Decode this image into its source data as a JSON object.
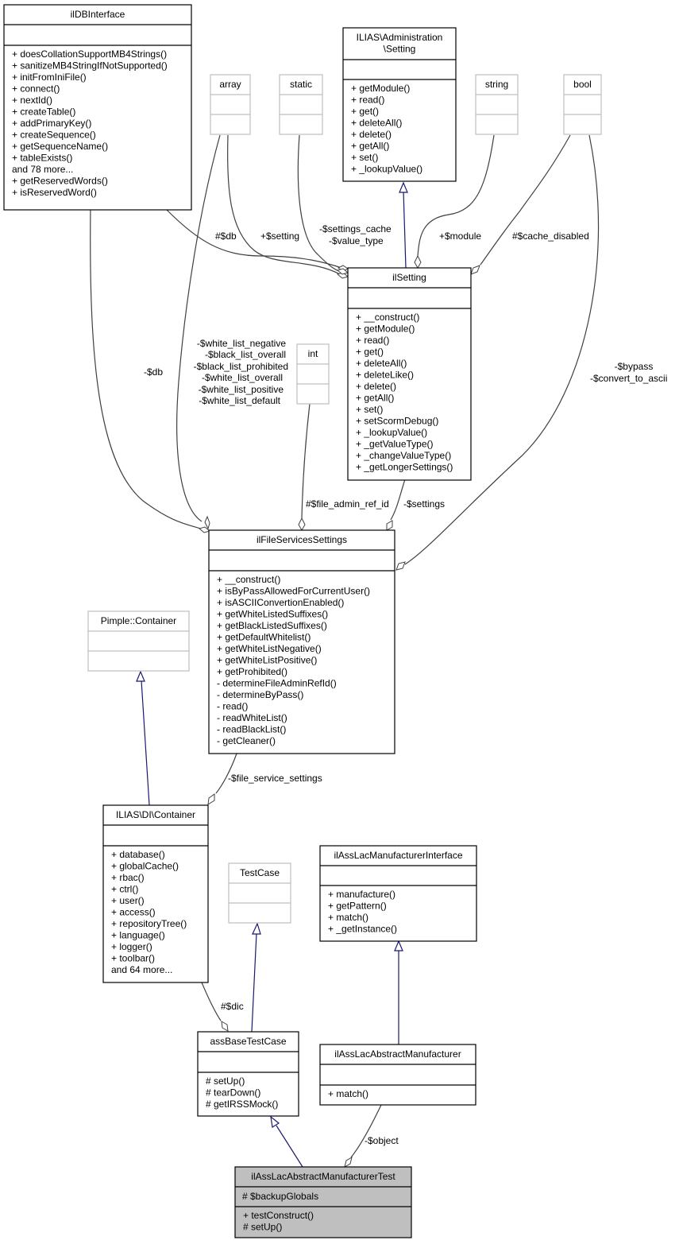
{
  "classes": {
    "ildbinterface": {
      "name": "ilDBInterface",
      "attributes": [],
      "methods": [
        "+ doesCollationSupportMB4Strings()",
        "+ sanitizeMB4StringIfNotSupported()",
        "+ initFromIniFile()",
        "+ connect()",
        "+ nextId()",
        "+ createTable()",
        "+ addPrimaryKey()",
        "+ createSequence()",
        "+ getSequenceName()",
        "+ tableExists()",
        "and 78 more...",
        "+ getReservedWords()",
        "+ isReservedWord()"
      ]
    },
    "array": {
      "name": "array",
      "attributes": [],
      "methods": []
    },
    "static": {
      "name": "static",
      "attributes": [],
      "methods": []
    },
    "admin_setting": {
      "name_lines": [
        "ILIAS\\Administration",
        "\\Setting"
      ],
      "attributes": [],
      "methods": [
        "+ getModule()",
        "+ read()",
        "+ get()",
        "+ deleteAll()",
        "+ delete()",
        "+ getAll()",
        "+ set()",
        "+ _lookupValue()"
      ]
    },
    "string": {
      "name": "string",
      "attributes": [],
      "methods": []
    },
    "bool": {
      "name": "bool",
      "attributes": [],
      "methods": []
    },
    "ilsetting": {
      "name": "ilSetting",
      "attributes": [],
      "methods": [
        "+ __construct()",
        "+ getModule()",
        "+ read()",
        "+ get()",
        "+ deleteAll()",
        "+ deleteLike()",
        "+ delete()",
        "+ getAll()",
        "+ set()",
        "+ setScormDebug()",
        "+ _lookupValue()",
        "+ _getValueType()",
        "+ _changeValueType()",
        "+ _getLongerSettings()"
      ]
    },
    "int": {
      "name": "int",
      "attributes": [],
      "methods": []
    },
    "filesettings": {
      "name": "ilFileServicesSettings",
      "attributes": [],
      "methods": [
        "+ __construct()",
        "+ isByPassAllowedForCurrentUser()",
        "+ isASCIIConvertionEnabled()",
        "+ getWhiteListedSuffixes()",
        "+ getBlackListedSuffixes()",
        "+ getDefaultWhitelist()",
        "+ getWhiteListNegative()",
        "+ getWhiteListPositive()",
        "+ getProhibited()",
        "- determineFileAdminRefId()",
        "- determineByPass()",
        "- read()",
        "- readWhiteList()",
        "- readBlackList()",
        "- getCleaner()"
      ]
    },
    "pimple": {
      "name": "Pimple::Container",
      "attributes": [],
      "methods": []
    },
    "dicontainer": {
      "name": "ILIAS\\DI\\Container",
      "attributes": [],
      "methods": [
        "+ database()",
        "+ globalCache()",
        "+ rbac()",
        "+ ctrl()",
        "+ user()",
        "+ access()",
        "+ repositoryTree()",
        "+ language()",
        "+ logger()",
        "+ toolbar()",
        "and 64 more..."
      ]
    },
    "testcase": {
      "name": "TestCase",
      "attributes": [],
      "methods": []
    },
    "manuf_iface": {
      "name": "ilAssLacManufacturerInterface",
      "attributes": [],
      "methods": [
        "+ manufacture()",
        "+ getPattern()",
        "+ match()",
        "+ _getInstance()"
      ]
    },
    "basetest": {
      "name": "assBaseTestCase",
      "attributes": [],
      "methods": [
        "# setUp()",
        "# tearDown()",
        "# getIRSSMock()"
      ]
    },
    "abs_manuf": {
      "name": "ilAssLacAbstractManufacturer",
      "attributes": [],
      "methods": [
        "+ match()"
      ]
    },
    "main": {
      "name": "ilAssLacAbstractManufacturerTest",
      "attributes": [
        "# $backupGlobals"
      ],
      "methods": [
        "+ testConstruct()",
        "# setUp()"
      ]
    }
  },
  "edge_labels": {
    "db_setting": "#$db",
    "setting_array": "+$setting",
    "settings_cache": [
      "-$settings_cache",
      "-$value_type"
    ],
    "module": "+$module",
    "cache_disabled": "#$cache_disabled",
    "db_file": "-$db",
    "white_lists": [
      "-$white_list_negative",
      "-$black_list_overall",
      "-$black_list_prohibited",
      "-$white_list_overall",
      "-$white_list_positive",
      "-$white_list_default"
    ],
    "file_admin_ref": "#$file_admin_ref_id",
    "settings": "-$settings",
    "bypass": [
      "-$bypass",
      "-$convert_to_ascii"
    ],
    "file_service_settings": "-$file_service_settings",
    "dic": "#$dic",
    "object": "-$object"
  },
  "colors": {
    "class_border": "#000000",
    "builtin_border": "#bfbfbf",
    "builtin_text": "#404040",
    "focus_fill": "#bfbfbf",
    "relation_edge": "#404040",
    "inheritance_edge": "#191970"
  }
}
